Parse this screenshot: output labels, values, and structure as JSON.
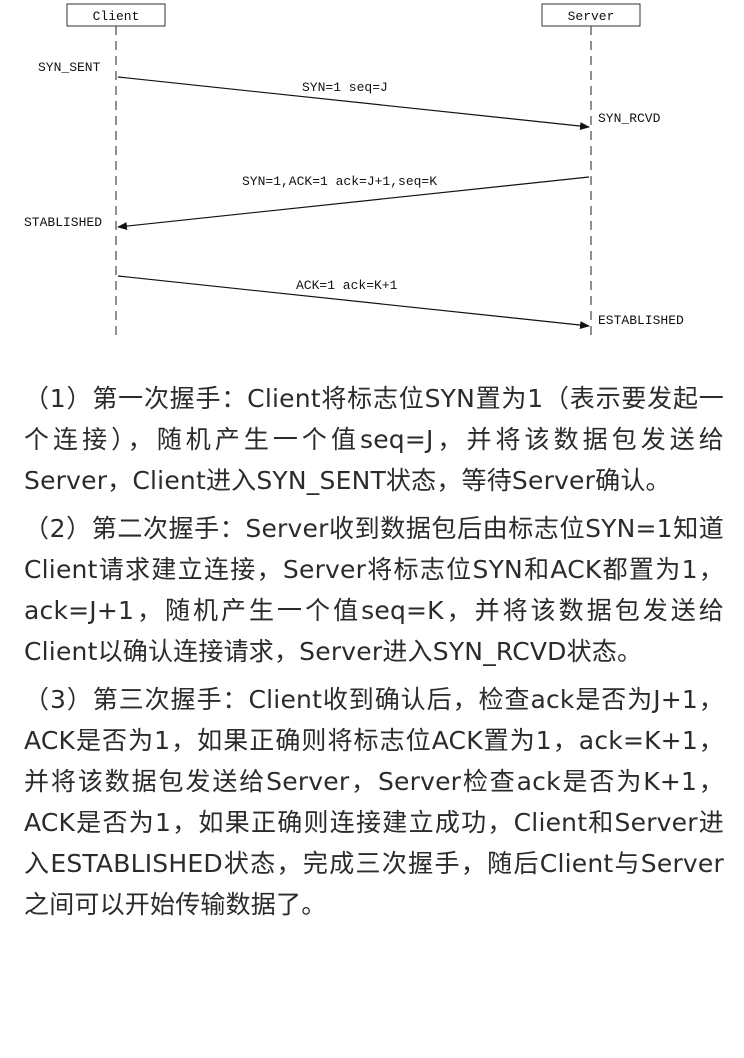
{
  "diagram": {
    "client_label": "Client",
    "server_label": "Server",
    "states": {
      "syn_sent": "SYN_SENT",
      "syn_rcvd": "SYN_RCVD",
      "client_established": "STABLISHED",
      "server_established": "ESTABLISHED"
    },
    "messages": {
      "msg1": "SYN=1 seq=J",
      "msg2": "SYN=1,ACK=1 ack=J+1,seq=K",
      "msg3": "ACK=1 ack=K+1"
    }
  },
  "paragraphs": {
    "p1": "（1）第一次握手：Client将标志位SYN置为1（表示要发起一个连接），随机产生一个值seq=J，并将该数据包发送给Server，Client进入SYN_SENT状态，等待Server确认。",
    "p2": "（2）第二次握手：Server收到数据包后由标志位SYN=1知道Client请求建立连接，Server将标志位SYN和ACK都置为1，ack=J+1，随机产生一个值seq=K，并将该数据包发送给Client以确认连接请求，Server进入SYN_RCVD状态。",
    "p3": "（3）第三次握手：Client收到确认后，检查ack是否为J+1，ACK是否为1，如果正确则将标志位ACK置为1，ack=K+1，并将该数据包发送给Server，Server检查ack是否为K+1，ACK是否为1，如果正确则连接建立成功，Client和Server进入ESTABLISHED状态，完成三次握手，随后Client与Server之间可以开始传输数据了。"
  }
}
